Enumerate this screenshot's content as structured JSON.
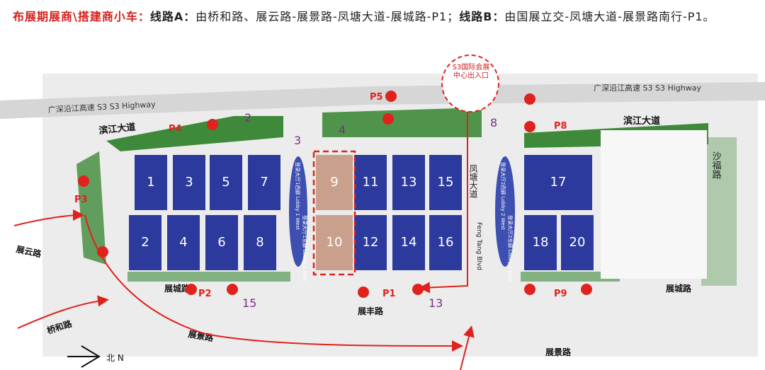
{
  "header": {
    "label1": "布展期展商\\搭建商小车：",
    "route_a_label": "线路A：",
    "route_a_text": "由桥和路、展云路-展景路-凤塘大道-展城路-P1；",
    "route_b_label": "线路B：",
    "route_b_text": "由国展立交-凤塘大道-展景路南行-P1。"
  },
  "map": {
    "highway_left": "广深沿江高速 S3  S3 Highway",
    "highway_right": "广深沿江高速 S3  S3 Highway",
    "road_binjiang_left": "滨江大道",
    "road_binjiang_right": "滨江大道",
    "road_zhanyun": "展云路",
    "road_qiaohe": "桥和路",
    "road_zhanjing_left": "展景路",
    "road_zhanjing_right": "展景路",
    "road_zhancheng_left": "展城路",
    "road_zhancheng_right": "展城路",
    "road_zhanfeng": "展丰路",
    "road_fengtang_cn": "凤塘大道",
    "road_fengtang_en": "Feng Tang Blvd",
    "road_shafu": "沙福路",
    "s3_exit": "S3国际会展中心出入口",
    "north_label": "北 N",
    "lobby1w": "登录大厅1西廊 Lobby 1 West",
    "lobby1e": "登录大厅1东廊 Lobby 1 East",
    "lobby2w": "登录大厅2西廊 Lobby 2 West",
    "lobby2e": "登录大厅2东廊 Lobby 2 East",
    "halls_top": [
      "1",
      "3",
      "5",
      "7",
      "9",
      "11",
      "13",
      "15",
      "17"
    ],
    "halls_bottom": [
      "2",
      "4",
      "6",
      "8",
      "10",
      "12",
      "14",
      "16",
      "18",
      "20"
    ],
    "parking": [
      "P1",
      "P2",
      "P3",
      "P4",
      "P5",
      "P8",
      "P9"
    ],
    "gates": [
      "2",
      "3",
      "4",
      "8",
      "13",
      "15"
    ],
    "colors": {
      "hall": "#2b3a9c",
      "hall_highlight": "#c9a08c",
      "route": "#e0221c",
      "green": "#3f8a3a",
      "gate": "#7a2f86",
      "road": "#d9d9d9"
    }
  }
}
